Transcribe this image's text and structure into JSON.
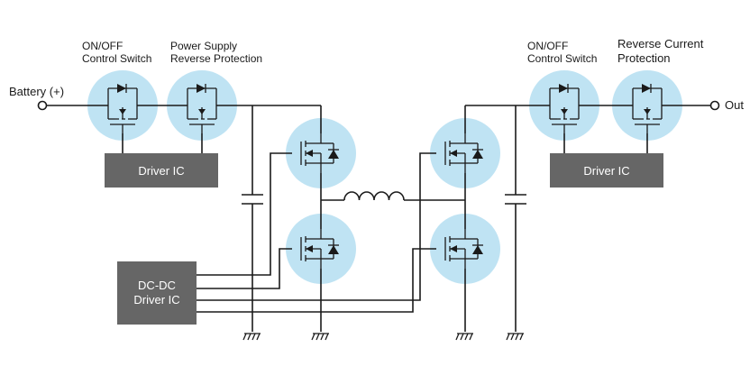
{
  "labels": {
    "battery": "Battery (+)",
    "out": "Out",
    "onoff_left": [
      "ON/OFF",
      "Control Switch"
    ],
    "power_supply": [
      "Power Supply",
      "Reverse Protection"
    ],
    "onoff_right": [
      "ON/OFF",
      "Control Switch"
    ],
    "reverse_current": [
      "Reverse Current",
      "Protection"
    ]
  },
  "boxes": {
    "driver_left": "Driver IC",
    "driver_right": "Driver IC",
    "dcdc": [
      "DC-DC",
      "Driver IC"
    ]
  },
  "colors": {
    "highlight": "#bfe3f3",
    "box": "#666666",
    "wire": "#1a1a1a"
  }
}
